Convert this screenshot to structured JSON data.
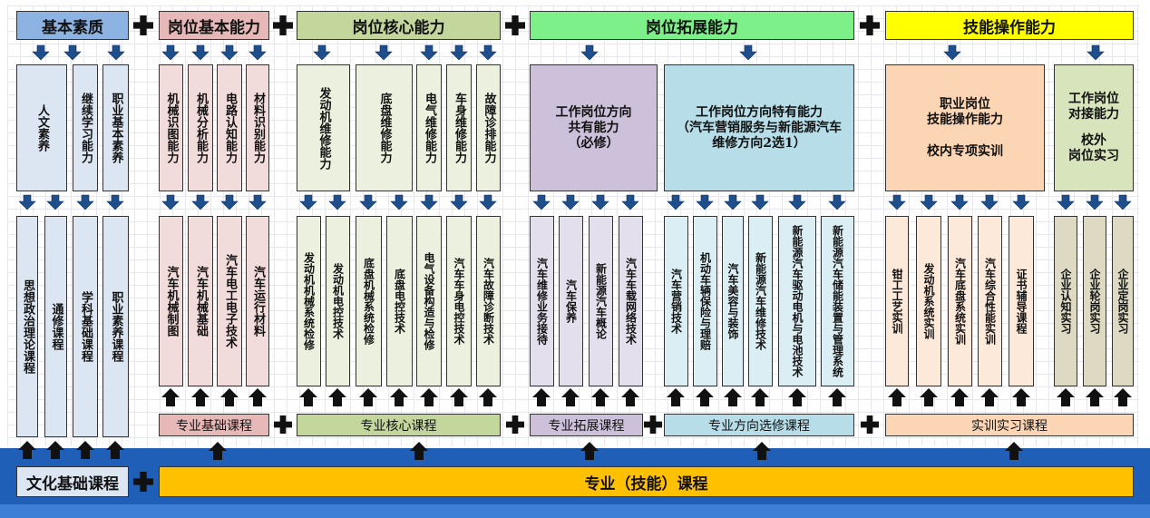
{
  "headers": {
    "basic_quality": "基本素质",
    "post_basic": "岗位基本能力",
    "post_core": "岗位核心能力",
    "post_ext": "岗位拓展能力",
    "skill_op": "技能操作能力"
  },
  "abilities": {
    "a1": "人文素养",
    "a2": "继续学习能力",
    "a3": "职业基本素养",
    "b1": "机械识图能力",
    "b2": "机械分析能力",
    "b3": "电路认知能力",
    "b4": "材料识别能力",
    "c1": "发动机维修能力",
    "c2": "底盘维修能力",
    "c3": "电气维修能力",
    "c4": "车身维修能力",
    "c5": "故障诊排能力",
    "d1_l1": "工作岗位方向",
    "d1_l2": "共有能力",
    "d1_l3": "（必修）",
    "d2_l1": "工作岗位方向特有能力",
    "d2_l2": "（汽车营销服务与新能源汽车",
    "d2_l3": "维修方向2选1）",
    "e1_l1": "职业岗位",
    "e1_l2": "技能操作能力",
    "e1_l3": "校内专项实训",
    "e2_l1": "工作岗位",
    "e2_l2": "对接能力",
    "e2_l3": "校外",
    "e2_l4": "岗位实习"
  },
  "courses": {
    "g1": [
      "思想政治理论课程",
      "通修课程",
      "学科基础课程",
      "职业素养课程"
    ],
    "g2": [
      "汽车机械制图",
      "汽车机械基础",
      "汽车电工电子技术",
      "汽车运行材料"
    ],
    "g3": [
      "发动机机械系统检修",
      "发动机电控技术",
      "底盘机械系统检修",
      "底盘电控技术",
      "电气设备构造与检修",
      "汽车车身电控技术",
      "汽车故障诊断技术"
    ],
    "g4": [
      "汽车维修业务接待",
      "汽车保养",
      "新能源汽车概论",
      "汽车车载网络技术"
    ],
    "g5": [
      "汽车营销技术",
      "机动车辆保险与理赔",
      "汽车美容与装饰",
      "新能源汽车维修技术",
      "新能源汽车驱动电机与电池技术",
      "新能源汽车储能装置与管理系统"
    ],
    "g6": [
      "钳工工艺实训",
      "发动机系统实训",
      "汽车底盘系统实训",
      "汽车综合性能实训",
      "证书辅导课程"
    ],
    "g7": [
      "企业认知实习",
      "企业轮岗实习",
      "企业定岗实习"
    ]
  },
  "categories": {
    "pro_basic": "专业基础课程",
    "pro_core": "专业核心课程",
    "pro_ext": "专业拓展课程",
    "pro_dir": "专业方向选修课程",
    "practice": "实训实习课程",
    "culture": "文化基础课程",
    "major": "专业（技能）课程"
  },
  "colors": {
    "blue": "#dce6f2",
    "blue_hdr": "#8db3e2",
    "pink": "#f2dcdb",
    "pink_hdr": "#e6b9b8",
    "green": "#ebf1de",
    "green_hdr": "#c3d69b",
    "purple": "#e4dfec",
    "purple_hdr": "#ccc0da",
    "cyan": "#dbeef4",
    "cyan_hdr": "#b7dee8",
    "peach": "#fde9d9",
    "peach_hdr": "#fcd5b4",
    "olive": "#ddd9c3",
    "olive_hdr": "#d7e4bc",
    "bright_green": "#7ef08a",
    "yellow": "#ffff00",
    "gold": "#ffc000"
  }
}
